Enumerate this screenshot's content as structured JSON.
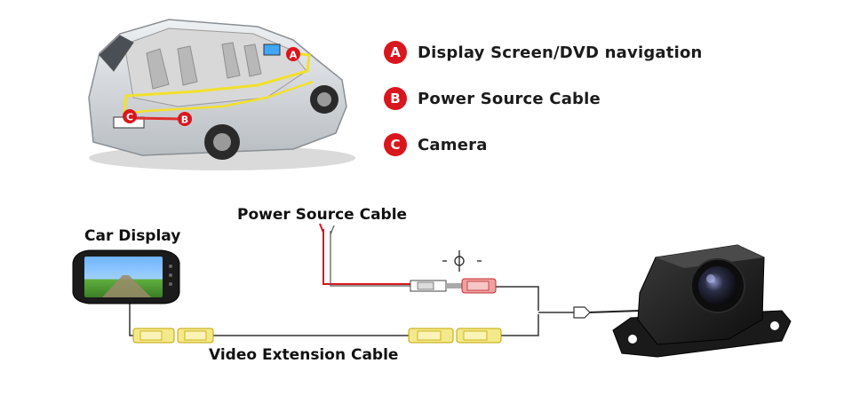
{
  "legend": [
    {
      "badge": "A",
      "label": "Display Screen/DVD navigation"
    },
    {
      "badge": "B",
      "label": "Power Source Cable"
    },
    {
      "badge": "C",
      "label": "Camera"
    }
  ],
  "car_markers": {
    "a": "A",
    "b": "B",
    "c": "C"
  },
  "wiring": {
    "power_cable_label": "Power Source Cable",
    "car_display_label": "Car Display",
    "video_cable_label": "Video Extension Cable"
  },
  "colors": {
    "badge_red": "#d9161d",
    "route_yellow": "#f2e02a",
    "route_red": "#e03030",
    "connector_yellow": "#f4e98a",
    "connector_red": "#f0a0a0"
  },
  "icons": {
    "car": "minivan-cutaway-icon",
    "display": "rearview-mirror-monitor-icon",
    "camera": "backup-camera-icon"
  }
}
